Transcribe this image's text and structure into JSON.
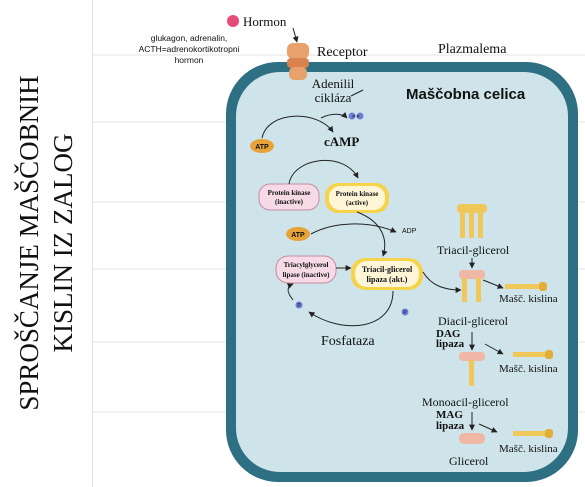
{
  "title": {
    "line1": "SPROŠČANJE MAŠČOBNIH",
    "line2": "KISLIN IZ ZALOG"
  },
  "diagram": {
    "hormone_label": "Hormon",
    "hormone_examples": [
      "glukagon, adrenalin,",
      "ACTH=adrenokortikotropni",
      "hormon"
    ],
    "receptor_label": "Receptor",
    "membrane_label": "Plazmalema",
    "cell_label": "Maščobna celica",
    "enzyme_adenylyl_line1": "Adenilil",
    "enzyme_adenylyl_line2": "cikláza",
    "atp_label": "ATP",
    "atp_label_2": "ATP",
    "adp_label": "ADP",
    "camp_label": "cAMP",
    "pp_label": "P P",
    "p_label": "P",
    "pk_inactive_line1": "Protein kinase",
    "pk_inactive_line2": "(inactive)",
    "pk_active_line1": "Protein kinase",
    "pk_active_line2": "(active)",
    "tgl_inactive_line1": "Triacylglycerol",
    "tgl_inactive_line2": "lipase (inactive)",
    "tgl_active_line1": "Triacil-glicerol",
    "tgl_active_line2": "lipaza (akt.)",
    "phosphatase_label": "Fosfataza",
    "triacyl_label": "Triacil-glicerol",
    "diacyl_label": "Diacil-glicerol",
    "dag_lipase_line1": "DAG",
    "dag_lipase_line2": "lipaza",
    "monoacyl_label": "Monoacil-glicerol",
    "mag_lipase_line1": "MAG",
    "mag_lipase_line2": "lipaza",
    "glycerol_label": "Glicerol",
    "fatty_acid_label_1": "Mašč. kislina",
    "fatty_acid_label_2": "Mašč. kislina",
    "fatty_acid_label_3": "Mašč. kislina"
  },
  "colors": {
    "cell_fill": "#cfe4ea",
    "cell_border": "#2d6f83",
    "outer_fill": "#ffffff",
    "atp_fill": "#e8a23a",
    "hormone_fill": "#e64b7a",
    "receptor_fill": "#e8a16b",
    "fatty_acid_fill": "#f0c85a",
    "glycerol_fill": "#f1b7a6",
    "phosphate_fill": "#6b7fd7",
    "active_glow": "#f5d34a",
    "inactive_fill": "#f6dbe6"
  }
}
